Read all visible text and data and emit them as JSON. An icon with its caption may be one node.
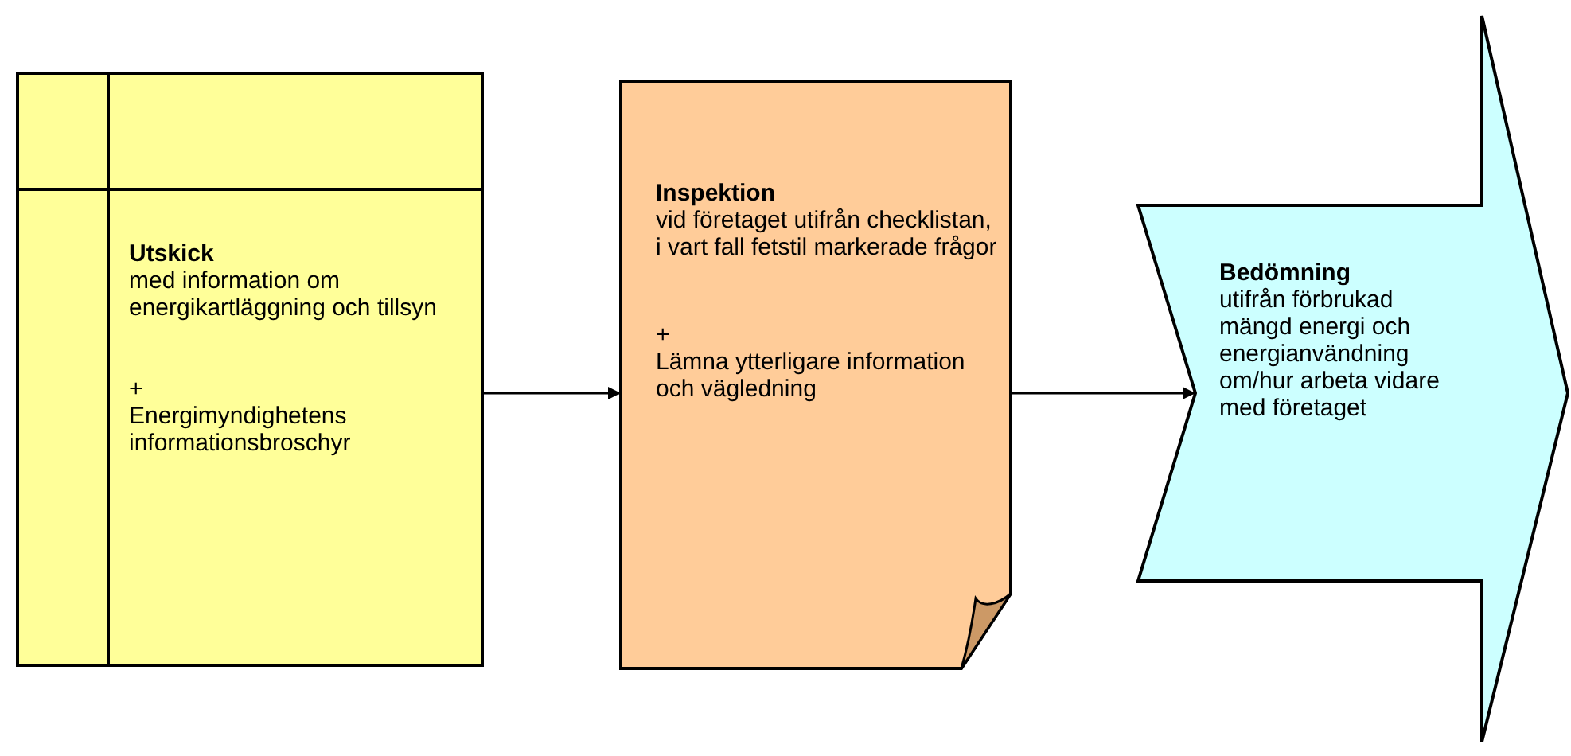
{
  "diagram": {
    "nodes": [
      {
        "text": [
          "Utskick",
          "med information om energikartläggning och tillsyn",
          "+",
          "Energimyndighetens informationsbroschyr"
        ]
      },
      {
        "text": [
          "Inspektion",
          "vid företaget utifrån checklistan, i vart fall fetstil markerade frågor",
          "+",
          "Lämna ytterligare information och vägledning"
        ]
      },
      {
        "text": [
          "Bedömning",
          "utifrån förbrukad mängd energi och energianvändning om/hur arbeta vidare med företaget"
        ]
      }
    ],
    "edges": [
      {
        "from": 0,
        "to": 1,
        "arrow": "to"
      },
      {
        "from": 1,
        "to": 2,
        "arrow": "to"
      }
    ]
  }
}
